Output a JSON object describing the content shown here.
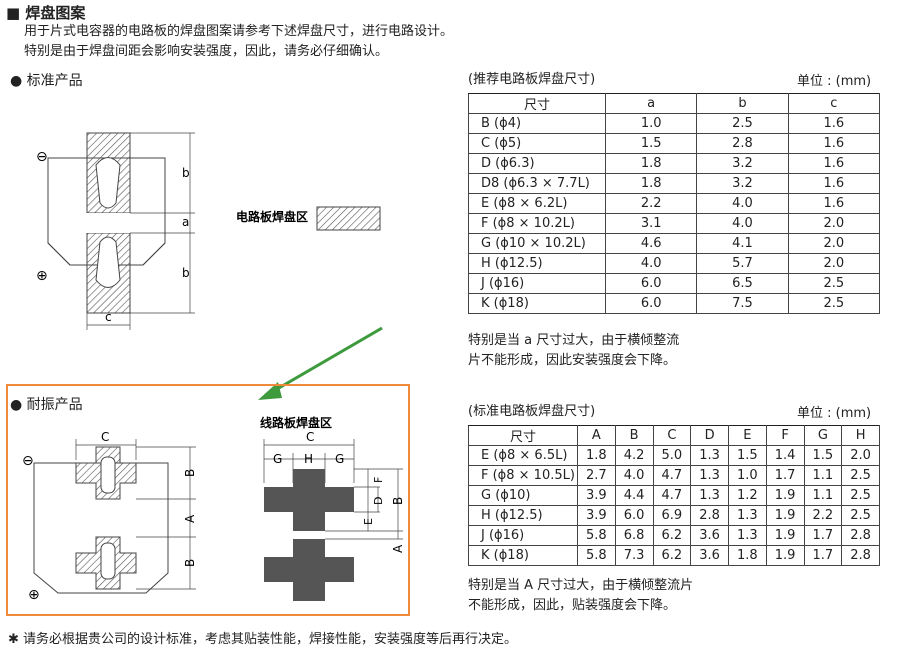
{
  "header": {
    "title": "■ 焊盘图案",
    "line1": "用于片式电容器的电路板的焊盘图案请参考下述焊盘尺寸，进行电路设计。",
    "line2": "特别是由于焊盘间距会影响安装强度，因此，请务必仔细确认。"
  },
  "standard": {
    "section": "● 标准产品",
    "pad_label": "电路板焊盘区",
    "dims": {
      "b": "b",
      "a": "a",
      "c": "c"
    },
    "signs": {
      "minus": "⊖",
      "plus": "⊕"
    }
  },
  "vibration": {
    "section": "● 耐振产品",
    "pad_label": "线路板焊盘区",
    "dims": {
      "C": "C",
      "B": "B",
      "A": "A",
      "G": "G",
      "H": "H",
      "E": "E",
      "D": "D",
      "F": "F"
    },
    "signs": {
      "minus": "⊖",
      "plus": "⊕"
    }
  },
  "table1": {
    "caption": "(推荐电路板焊盘尺寸)",
    "unit": "单位 : (mm)",
    "headers": [
      "尺寸",
      "a",
      "b",
      "c"
    ],
    "rows": [
      [
        "B (ϕ4)",
        "1.0",
        "2.5",
        "1.6"
      ],
      [
        "C (ϕ5)",
        "1.5",
        "2.8",
        "1.6"
      ],
      [
        "D (ϕ6.3)",
        "1.8",
        "3.2",
        "1.6"
      ],
      [
        "D8 (ϕ6.3 × 7.7L)",
        "1.8",
        "3.2",
        "1.6"
      ],
      [
        "E (ϕ8 × 6.2L)",
        "2.2",
        "4.0",
        "1.6"
      ],
      [
        "F (ϕ8 × 10.2L)",
        "3.1",
        "4.0",
        "2.0"
      ],
      [
        "G (ϕ10 × 10.2L)",
        "4.6",
        "4.1",
        "2.0"
      ],
      [
        "H (ϕ12.5)",
        "4.0",
        "5.7",
        "2.0"
      ],
      [
        "J (ϕ16)",
        "6.0",
        "6.5",
        "2.5"
      ],
      [
        "K (ϕ18)",
        "6.0",
        "7.5",
        "2.5"
      ]
    ],
    "note1": "特别是当 a 尺寸过大，由于横倾整流",
    "note2": "片不能形成，因此安装强度会下降。"
  },
  "table2": {
    "caption": "(标准电路板焊盘尺寸)",
    "unit": "单位 : (mm)",
    "headers": [
      "尺寸",
      "A",
      "B",
      "C",
      "D",
      "E",
      "F",
      "G",
      "H"
    ],
    "rows": [
      [
        "E (ϕ8 × 6.5L)",
        "1.8",
        "4.2",
        "5.0",
        "1.3",
        "1.5",
        "1.4",
        "1.5",
        "2.0"
      ],
      [
        "F (ϕ8 × 10.5L)",
        "2.7",
        "4.0",
        "4.7",
        "1.3",
        "1.0",
        "1.7",
        "1.1",
        "2.5"
      ],
      [
        "G (ϕ10)",
        "3.9",
        "4.4",
        "4.7",
        "1.3",
        "1.2",
        "1.9",
        "1.1",
        "2.5"
      ],
      [
        "H (ϕ12.5)",
        "3.9",
        "6.0",
        "6.9",
        "2.8",
        "1.3",
        "1.9",
        "2.2",
        "2.5"
      ],
      [
        "J (ϕ16)",
        "5.8",
        "6.8",
        "6.2",
        "3.6",
        "1.3",
        "1.9",
        "1.7",
        "2.8"
      ],
      [
        "K (ϕ18)",
        "5.8",
        "7.3",
        "6.2",
        "3.6",
        "1.8",
        "1.9",
        "1.7",
        "2.8"
      ]
    ],
    "note1": "特别是当 A 尺寸过大，由于横倾整流片",
    "note2": "不能形成，因此，贴装强度会下降。"
  },
  "footer": "✱ 请务必根据贵公司的设计标准，考虑其贴装性能，焊接性能，安装强度等后再行决定。",
  "colors": {
    "frame": "#ee8a3a",
    "arrow": "#3d9a3d",
    "text": "#222222"
  }
}
